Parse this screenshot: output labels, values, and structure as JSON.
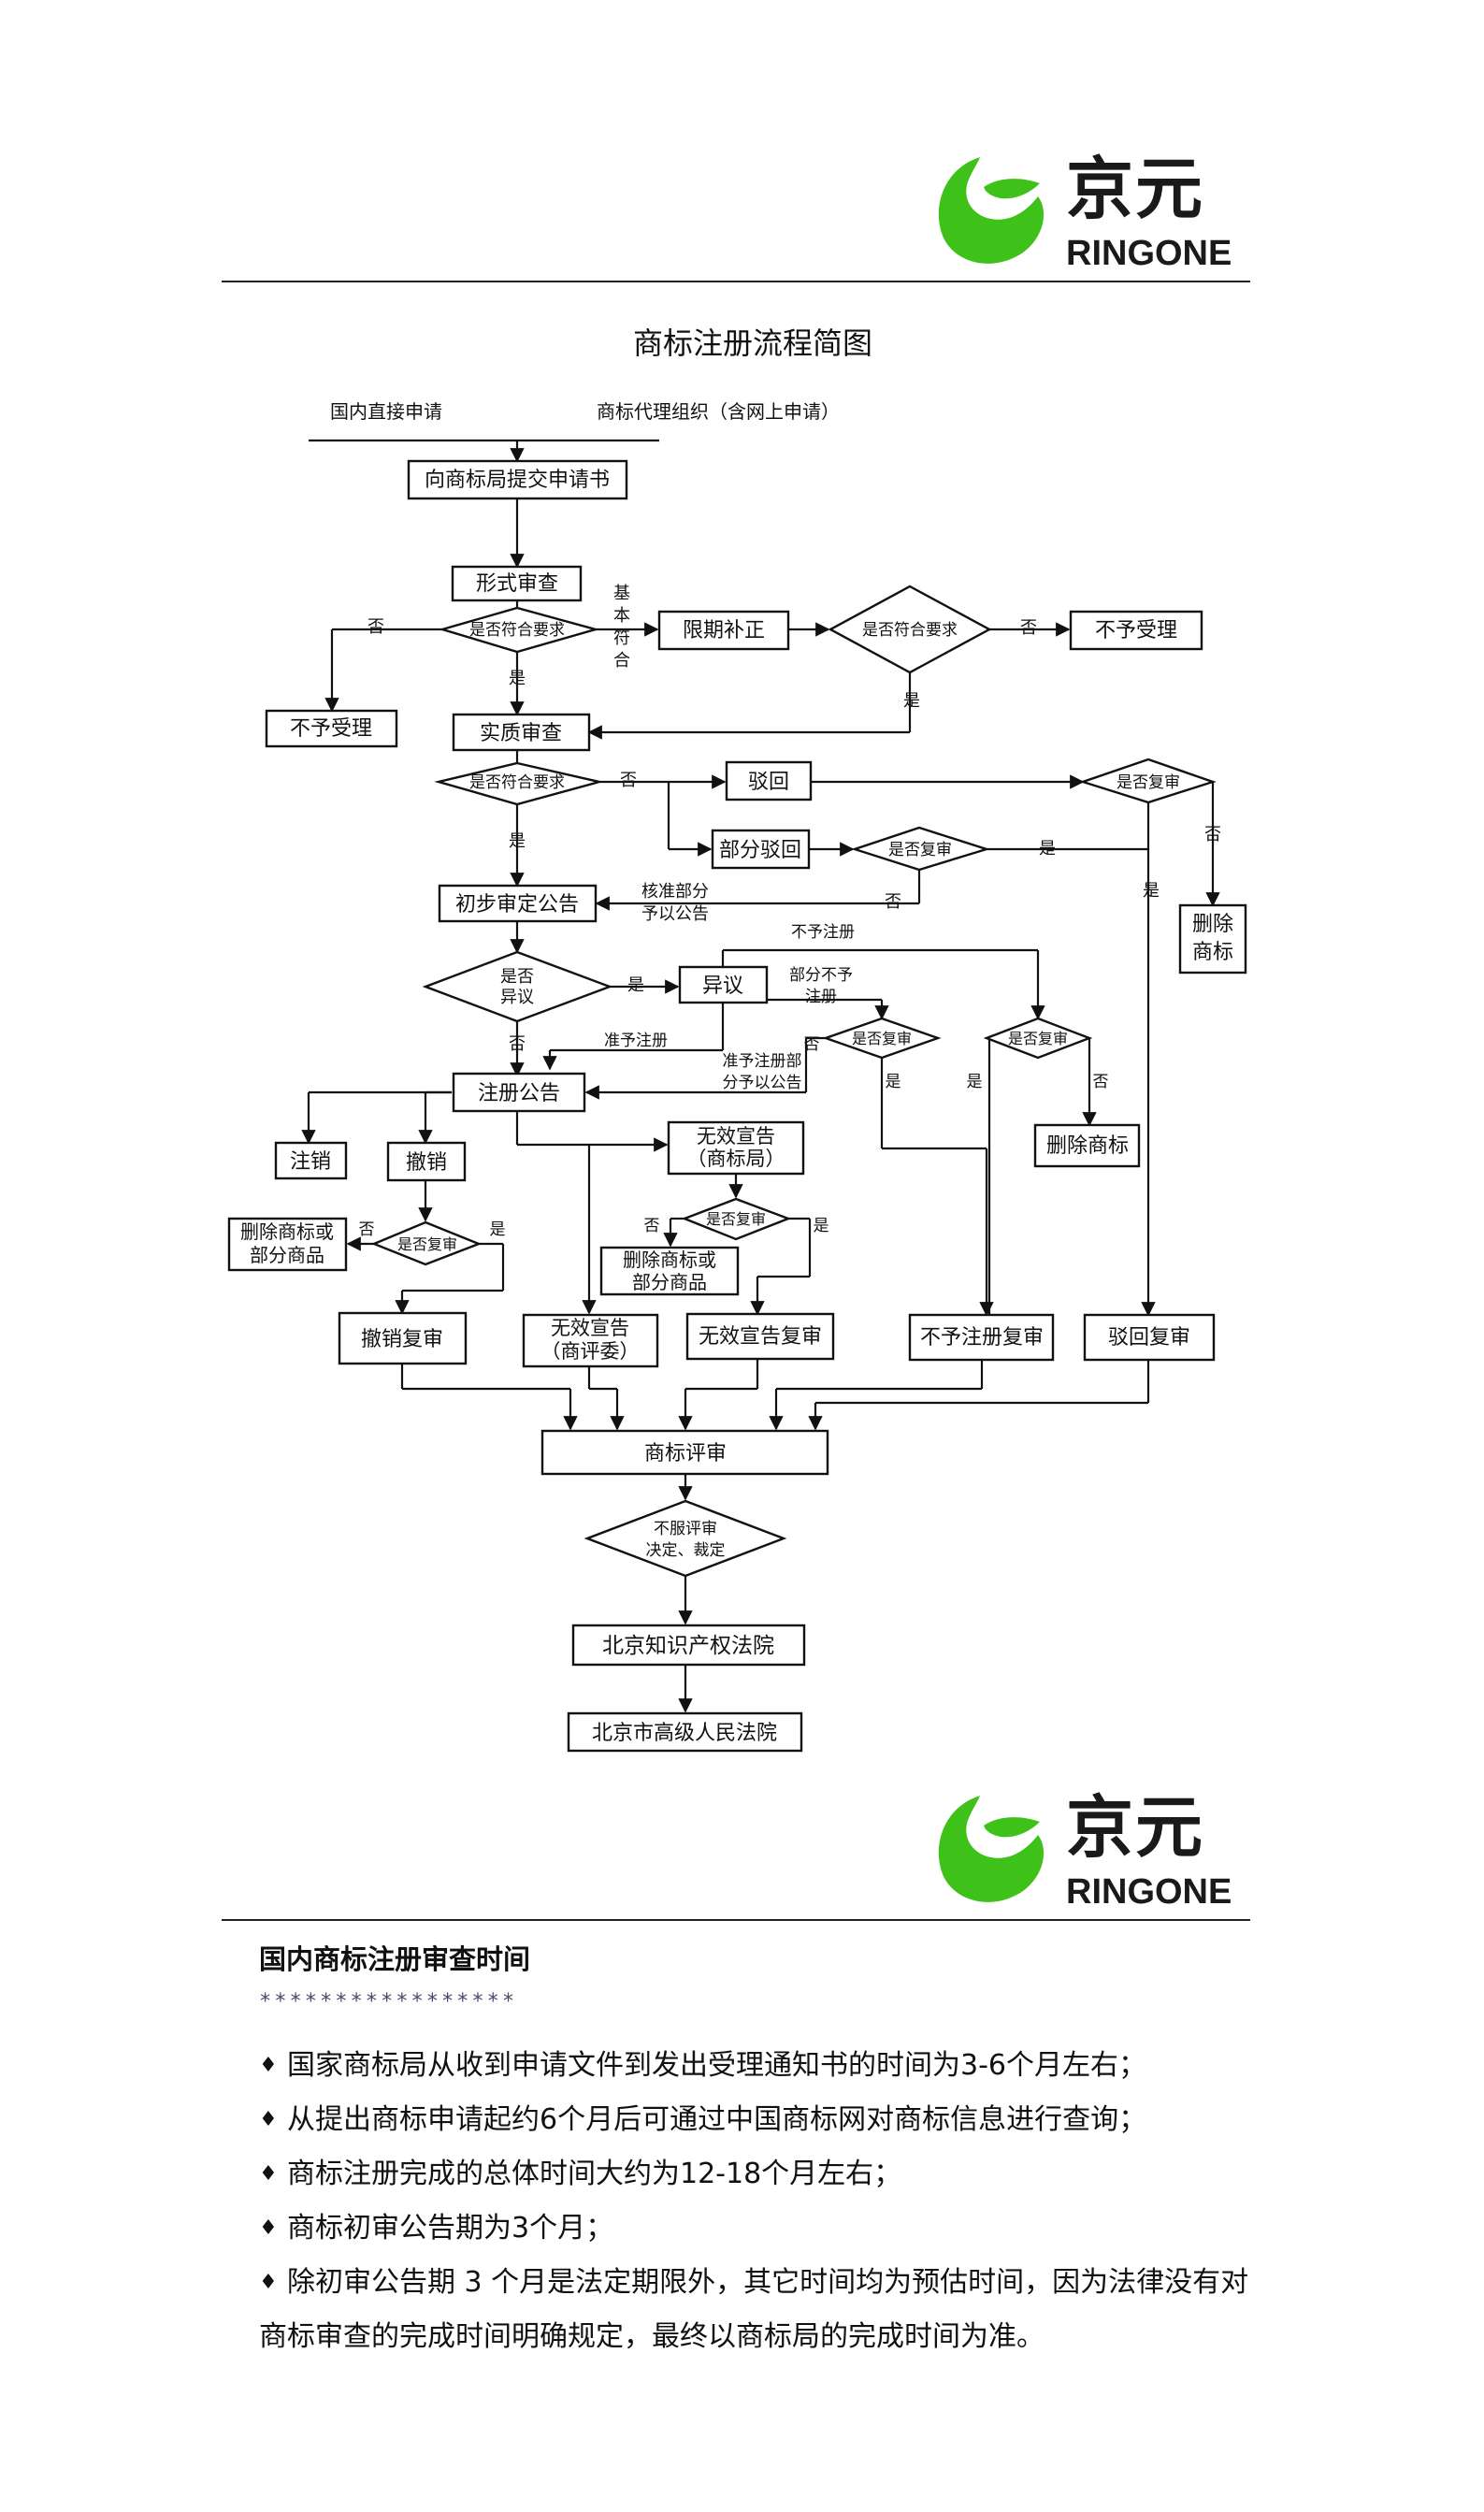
{
  "brand": {
    "name_cn": "京元",
    "name_en": "RINGONE",
    "green": "#3ec219",
    "dark": "#1a1a1a"
  },
  "flowchart": {
    "title": "商标注册流程简图",
    "labels": {
      "src_direct": "国内直接申请",
      "src_agent": "商标代理组织（含网上申请）",
      "submit": "向商标局提交申请书",
      "formal": "形式审查",
      "d_req1": "是否符合要求",
      "no": "否",
      "yes": "是",
      "basic1": "基",
      "basic2": "本",
      "basic3": "符",
      "basic4": "合",
      "reject_accept": "不予受理",
      "correction": "限期补正",
      "d_req2": "是否符合要求",
      "reject_accept2": "不予受理",
      "substantive": "实质审查",
      "d_req3": "是否符合要求",
      "refuse": "驳回",
      "partial_refuse": "部分驳回",
      "d_review_a": "是否复审",
      "d_review_b": "是否复审",
      "delete_mark1": "删除",
      "delete_mark2": "商标",
      "approve_part1": "核准部分",
      "approve_part2": "予以公告",
      "prelim": "初步审定公告",
      "d_obj1": "是否",
      "d_obj2": "异议",
      "objection": "异议",
      "no_reg_top": "不予注册",
      "part_no_reg1": "部分不予",
      "part_no_reg2": "注册",
      "d_review_c": "是否复审",
      "d_review_d": "是否复审",
      "reg_ok": "准予注册",
      "reg_part1": "准予注册部",
      "reg_part2": "分予以公告",
      "reg_notice": "注册公告",
      "cancel_out": "注销",
      "revoke": "撤销",
      "delete_mark_box": "删除商标",
      "invalid_bureau1": "无效宣告",
      "invalid_bureau2": "（商标局）",
      "d_review_e": "是否复审",
      "delete_goods1": "删除商标或",
      "delete_goods2": "部分商品",
      "d_review_f": "是否复审",
      "delete_goods3": "删除商标或",
      "delete_goods4": "部分商品",
      "revoke_review": "撤销复审",
      "invalid_board1": "无效宣告",
      "invalid_board2": "（商评委）",
      "invalid_review": "无效宣告复审",
      "no_reg_review": "不予注册复审",
      "refuse_review": "驳回复审",
      "board_review": "商标评审",
      "d_appeal1": "不服评审",
      "d_appeal2": "决定、裁定",
      "ip_court": "北京知识产权法院",
      "high_court": "北京市高级人民法院"
    }
  },
  "section": {
    "title": "国内商标注册审查时间",
    "stars": "*****************",
    "bullet": "♦",
    "items": [
      "国家商标局从收到申请文件到发出受理通知书的时间为3-6个月左右；",
      "从提出商标申请起约6个月后可通过中国商标网对商标信息进行查询；",
      "商标注册完成的总体时间大约为12-18个月左右；",
      "商标初审公告期为3个月；",
      "除初审公告期 3 个月是法定期限外，其它时间均为预估时间，因为法律没有对商标审查的完成时间明确规定，最终以商标局的完成时间为准。"
    ]
  }
}
